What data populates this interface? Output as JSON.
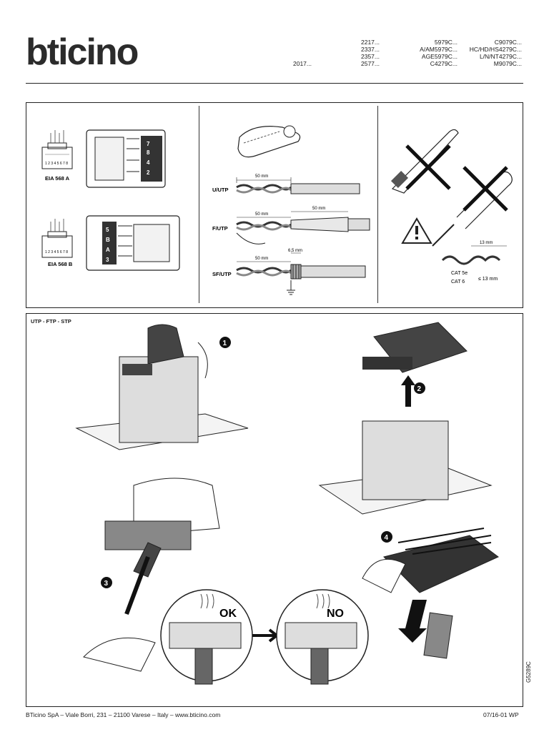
{
  "brand": {
    "logo_text": "bticino"
  },
  "product_codes": {
    "col1": [
      "2017..."
    ],
    "col2": [
      "2217...",
      "2337...",
      "2357...",
      "2577..."
    ],
    "col3": [
      "5979C...",
      "A/AM5979C...",
      "AGE5979C...",
      "C4279C..."
    ],
    "col4": [
      "C9079C...",
      "HC/HD/HS4279C...",
      "L/N/NT4279C...",
      "M9079C..."
    ]
  },
  "wiring": {
    "standard_a": "EIA 568 A",
    "standard_b": "EIA 568 B",
    "pin_numbers": "1 2 3 4 5 6 7 8"
  },
  "cable_prep": {
    "utp_label": "U/UTP",
    "ftp_label": "F/UTP",
    "sftp_label": "SF/UTP",
    "strip_length": "50 mm",
    "foil_length": "50 mm",
    "braid_length": "6,5 mm"
  },
  "warnings": {
    "untwist_length": "13 mm",
    "cat5e": "CAT 5e",
    "cat6": "CAT 6",
    "max_untwist": "≤ 13 mm"
  },
  "assembly": {
    "section_title": "UTP - FTP - STP",
    "step1": "1",
    "step2": "2",
    "step3": "3",
    "step4": "4",
    "ok_label": "OK",
    "no_label": "NO"
  },
  "footer": {
    "address": "BTicino SpA – Viale Borri, 231 – 21100 Varese – Italy – www.bticino.com",
    "revision": "07/16-01 WP",
    "doc_code": "G5289C"
  }
}
